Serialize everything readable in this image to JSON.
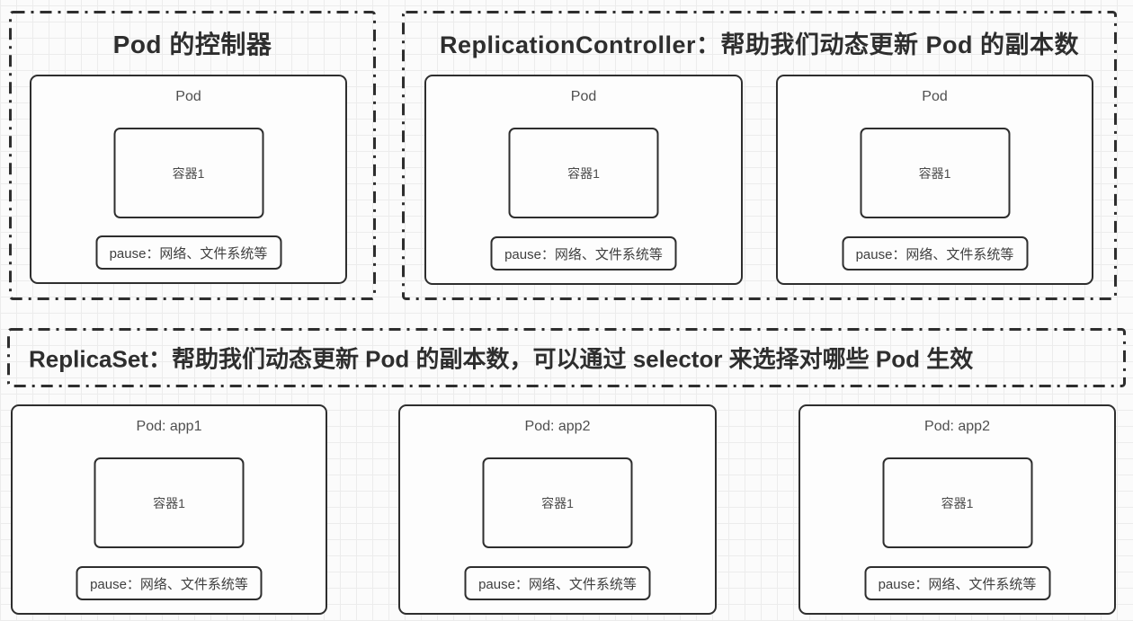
{
  "colors": {
    "background": "#fbfbfb",
    "grid_line": "#ececec",
    "border": "#2e2e2e",
    "title_text": "#2e2e2e",
    "label_text": "#4f4f4f"
  },
  "sections": {
    "pod_controller": {
      "title": "Pod 的控制器",
      "pods": [
        {
          "title": "Pod",
          "container_label": "容器1",
          "pause_label": "pause：网络、文件系统等"
        }
      ]
    },
    "replication_controller": {
      "title": "ReplicationController：帮助我们动态更新 Pod 的副本数",
      "pods": [
        {
          "title": "Pod",
          "container_label": "容器1",
          "pause_label": "pause：网络、文件系统等"
        },
        {
          "title": "Pod",
          "container_label": "容器1",
          "pause_label": "pause：网络、文件系统等"
        }
      ]
    },
    "replicaset": {
      "title": "ReplicaSet：帮助我们动态更新 Pod 的副本数，可以通过 selector 来选择对哪些 Pod 生效",
      "pods": [
        {
          "title": "Pod: app1",
          "container_label": "容器1",
          "pause_label": "pause：网络、文件系统等"
        },
        {
          "title": "Pod: app2",
          "container_label": "容器1",
          "pause_label": "pause：网络、文件系统等"
        },
        {
          "title": "Pod: app2",
          "container_label": "容器1",
          "pause_label": "pause：网络、文件系统等"
        }
      ]
    }
  }
}
